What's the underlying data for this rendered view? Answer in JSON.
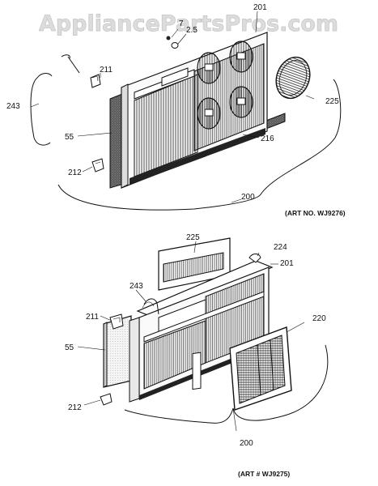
{
  "watermark": "AppliancePartsPros.com",
  "diagram_top": {
    "art_number": "(ART NO. WJ9276)",
    "callouts": {
      "c201": "201",
      "c7": "7",
      "c25": "2.5",
      "c211": "211",
      "c243": "243",
      "c225": "225",
      "c55": "55",
      "c216": "216",
      "c212": "212",
      "c200": "200"
    }
  },
  "diagram_bottom": {
    "art_number": "(ART # WJ9275)",
    "callouts": {
      "c225": "225",
      "c224": "224",
      "c201": "201",
      "c243": "243",
      "c211": "211",
      "c220": "220",
      "c55": "55",
      "c212": "212",
      "c200": "200"
    }
  }
}
